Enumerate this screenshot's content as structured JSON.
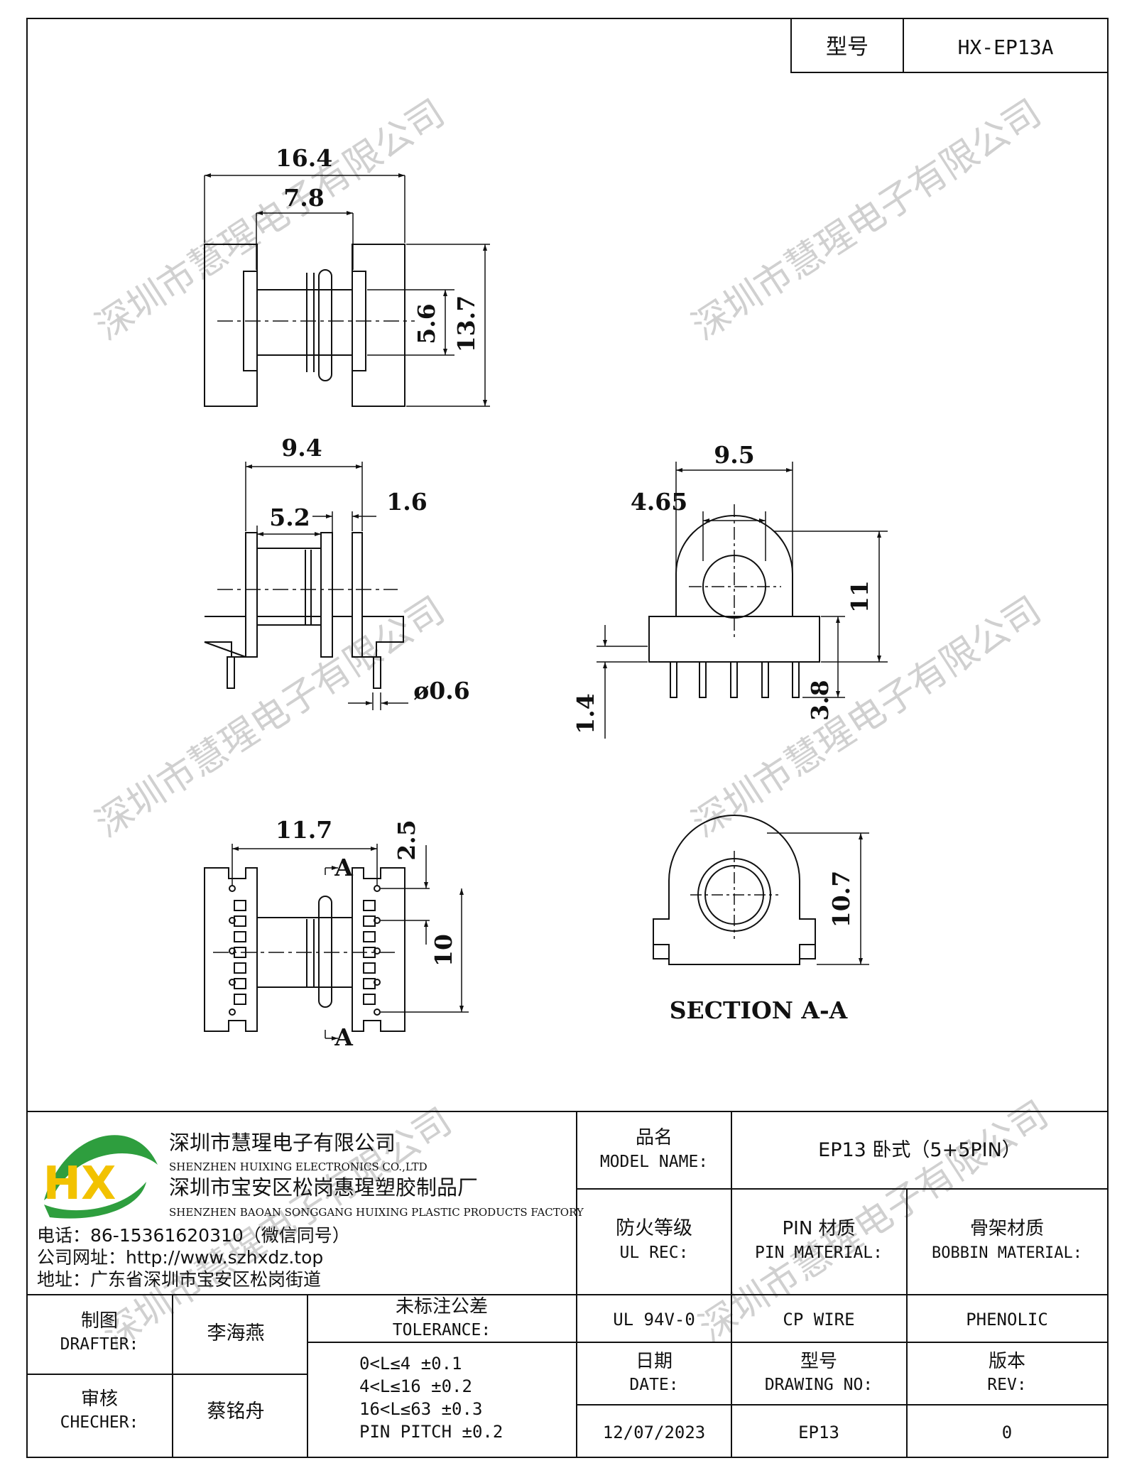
{
  "header": {
    "model_label": "型号",
    "model_value": "HX-EP13A"
  },
  "watermark": "深圳市慧瑆电子有限公司",
  "dimensions": {
    "top_overall_width": "16.4",
    "top_core_width": "7.8",
    "top_inner_height": "5.6",
    "top_overall_height": "13.7",
    "side_width": "9.4",
    "side_flange_thickness": "1.6",
    "side_winding_width": "5.2",
    "pin_diameter": "ø0.6",
    "front_pin_span": "9.5",
    "front_center_offset": "4.65",
    "front_height": "11",
    "front_base_offset": "1.4",
    "front_pin_length": "3.8",
    "bottom_width": "11.7",
    "bottom_pin_pitch": "2.5",
    "bottom_height": "10",
    "section_height": "10.7",
    "section_marker": "A",
    "section_label": "SECTION A-A"
  },
  "company": {
    "logo_text": "HX",
    "name1": "深圳市慧瑆电子有限公司",
    "name1_en": "SHENZHEN HUIXING ELECTRONICS CO.,LTD",
    "name2": "深圳市宝安区松岗惠瑆塑胶制品厂",
    "name2_en": "SHENZHEN BAOAN SONGGANG HUIXING PLASTIC PRODUCTS FACTORY",
    "phone": "电话：86-15361620310（微信同号）",
    "website": "公司网址：http://www.szhxdz.top",
    "address": "地址：广东省深圳市宝安区松岗街道"
  },
  "title_block": {
    "model_name_cn": "品名",
    "model_name_en": "MODEL NAME:",
    "model_name_value": "EP13 卧式（5+5PIN）",
    "ul_rec_cn": "防火等级",
    "ul_rec_en": "UL REC:",
    "pin_material_cn": "PIN 材质",
    "pin_material_en": "PIN MATERIAL:",
    "bobbin_material_cn": "骨架材质",
    "bobbin_material_en": "BOBBIN MATERIAL:",
    "ul_rec_value": "UL 94V-0",
    "pin_material_value": "CP WIRE",
    "bobbin_material_value": "PHENOLIC",
    "drafter_cn": "制图",
    "drafter_en": "DRAFTER:",
    "drafter_name": "李海燕",
    "checker_cn": "审核",
    "checker_en": "CHECHER:",
    "checker_name": "蔡铭舟",
    "tolerance_cn": "未标注公差",
    "tolerance_en": "TOLERANCE:",
    "tolerances": [
      "0<L≤4  ±0.1",
      "4<L≤16 ±0.2",
      "16<L≤63 ±0.3",
      "PIN PITCH ±0.2"
    ],
    "date_cn": "日期",
    "date_en": "DATE:",
    "date_value": "12/07/2023",
    "drawing_no_cn": "型号",
    "drawing_no_en": "DRAWING NO:",
    "drawing_no_value": "EP13",
    "rev_cn": "版本",
    "rev_en": "REV:",
    "rev_value": "0"
  },
  "colors": {
    "line": "#111111",
    "watermark": "#d0d0d0",
    "logo_green": "#2e9e3e",
    "logo_yellow": "#f2c200"
  }
}
